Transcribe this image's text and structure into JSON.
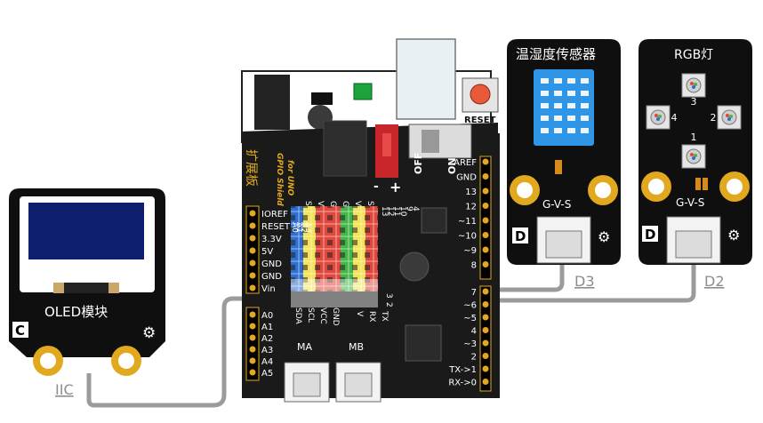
{
  "oled": {
    "label": "OLED模块",
    "corner": "C"
  },
  "dht": {
    "title": "温湿度传感器",
    "pins": "G-V-S",
    "corner": "D"
  },
  "rgb": {
    "title": "RGB灯",
    "pins": "G-V-S",
    "corner": "D",
    "leds": [
      "1",
      "2",
      "3",
      "4"
    ]
  },
  "shield": {
    "reset": "RESET",
    "side_cn": "扩展板",
    "side_en1": "GPIO Shield",
    "side_en2": "for UNO",
    "switch_off": "OFF",
    "switch_on": "ON",
    "minus": "-",
    "plus": "+",
    "power_pins": [
      "IOREF",
      "RESET",
      "3.3V",
      "5V",
      "GND",
      "GND",
      "Vin"
    ],
    "analog_pins": [
      "A0",
      "A1",
      "A2",
      "A3",
      "A4",
      "A5"
    ],
    "digital_right": [
      "AREF",
      "GND",
      "13",
      "12",
      "~11",
      "~10",
      "~9",
      "8"
    ],
    "digital_right2": [
      "7",
      "~6",
      "~5",
      "4",
      "~3",
      "2",
      "TX->1",
      "RX->0"
    ],
    "header_top_labels": [
      "13",
      "12",
      "11",
      "10",
      "9",
      "4"
    ],
    "header_side_labels": [
      "A0",
      "A1",
      "A2",
      "A3"
    ],
    "i2c_labels": [
      "SDA",
      "SCL",
      "VCC",
      "GND"
    ],
    "serial_labels": [
      "V",
      "RX",
      "TX"
    ],
    "column_letters": [
      "S",
      "V",
      "G",
      "G",
      "V",
      "S"
    ],
    "motor_a": "MA",
    "motor_b": "MB",
    "d_label_3": "3",
    "d_label_2": "2"
  },
  "wires": {
    "iic": "IIC",
    "d3": "D3",
    "d2": "D2"
  },
  "colors": {
    "board": "#1a1a1a",
    "gold": "#e3a91e",
    "wire": "#9b9b9b",
    "header_blue": "#2f6fd1",
    "header_red": "#e0483d",
    "header_yellow": "#f2e35a",
    "header_green": "#43b649",
    "oled_screen": "#0d1f6e",
    "dht_sensor": "#2f95e6",
    "link_text": "#8d8d8d"
  }
}
